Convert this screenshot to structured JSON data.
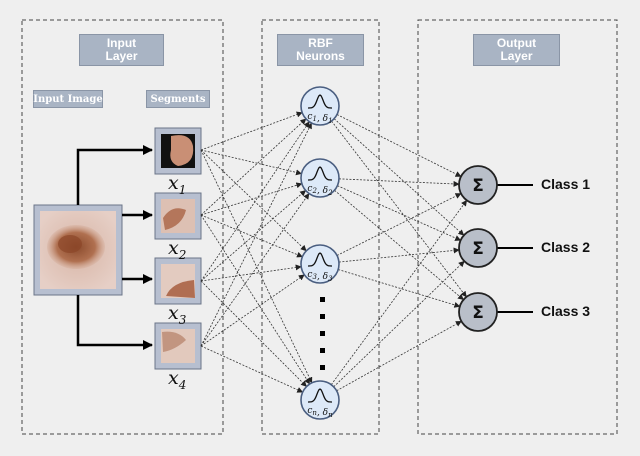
{
  "headers": {
    "input": "Input\nLayer",
    "rbf": "RBF\nNeurons",
    "output": "Output\nLayer"
  },
  "tags": {
    "input_image": "Input Image",
    "segments": "Segments"
  },
  "segments": [
    {
      "var": "x",
      "sub": "1"
    },
    {
      "var": "x",
      "sub": "2"
    },
    {
      "var": "x",
      "sub": "3"
    },
    {
      "var": "x",
      "sub": "4"
    }
  ],
  "neurons": [
    {
      "c": "c",
      "d": "δ",
      "sub": "1"
    },
    {
      "c": "c",
      "d": "δ",
      "sub": "2"
    },
    {
      "c": "c",
      "d": "δ",
      "sub": "3"
    },
    {
      "c": "c",
      "d": "δ",
      "sub": "n"
    }
  ],
  "outputs": [
    {
      "symbol": "Σ",
      "label": "Class 1"
    },
    {
      "symbol": "Σ",
      "label": "Class 2"
    },
    {
      "symbol": "Σ",
      "label": "Class 3"
    }
  ],
  "colors": {
    "neuron_fill": "#dde9f8",
    "output_fill": "#b9bfc9",
    "header_fill": "#a9b4c4",
    "lesion": "#a0522d"
  }
}
